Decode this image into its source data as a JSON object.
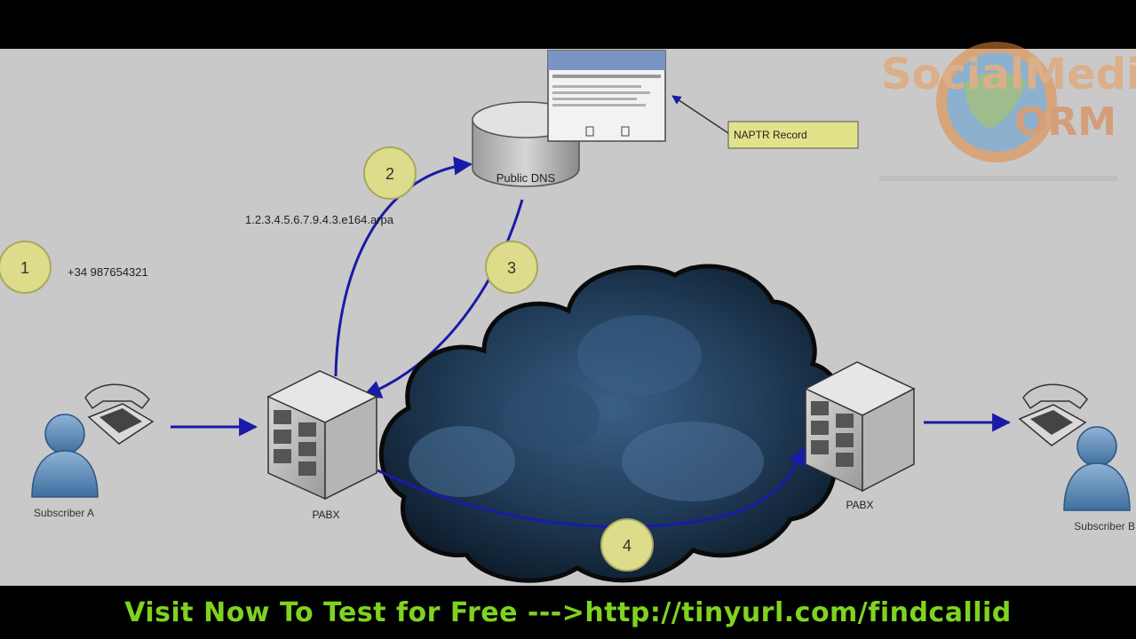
{
  "diagram": {
    "steps": [
      "1",
      "2",
      "3",
      "4"
    ],
    "phone_number": "+34 987654321",
    "enum_domain": "1.2.3.4.5.6.7.9.4.3.e164.arpa",
    "dns_label": "Public DNS",
    "naptr_label": "NAPTR Record",
    "pabx_left_label": "PABX",
    "pabx_right_label": "PABX",
    "subscriber_a_label": "Subscriber A",
    "subscriber_b_label": "Subscriber B"
  },
  "footer": {
    "text": "Visit Now To Test for Free --->http://tinyurl.com/findcallid"
  },
  "colors": {
    "arrow": "#1a1aa8",
    "step_circle": "#dcdc8a",
    "naptr_box": "#e2e28a",
    "footer_text": "#7ed321",
    "cloud": "#1f3a55"
  }
}
